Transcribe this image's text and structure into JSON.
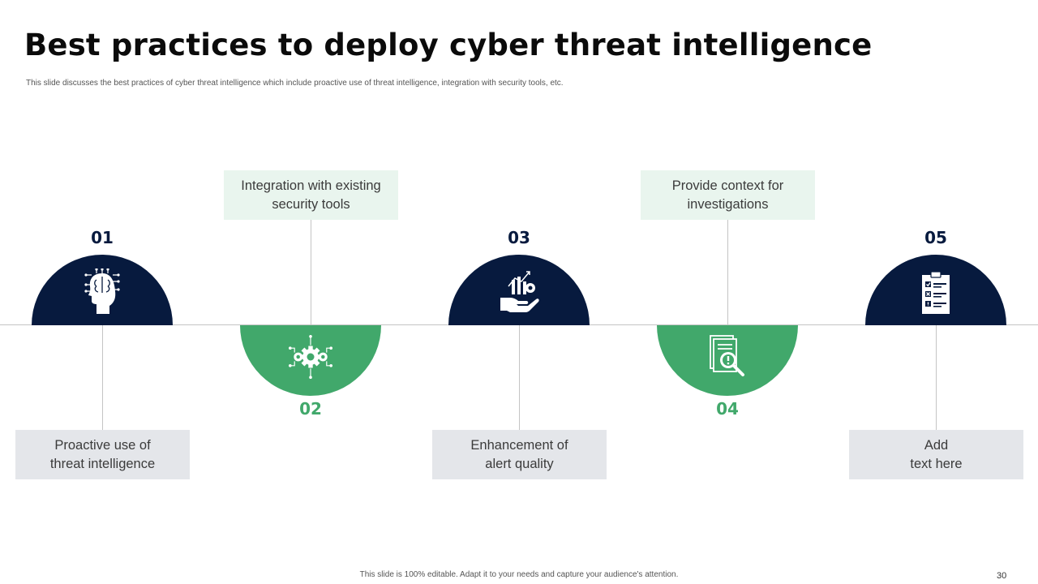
{
  "slide": {
    "title": "Best practices to deploy cyber threat intelligence",
    "subtitle": "This slide discusses the best practices of cyber threat intelligence which include proactive use of threat intelligence, integration with security tools, etc.",
    "footer": "This slide is 100% editable. Adapt it to your needs and capture your audience's attention.",
    "page_number": "30"
  },
  "colors": {
    "dark": "#071a3e",
    "green": "#41a86b",
    "box_top": "#e9f5ee",
    "box_bottom": "#e4e6ea"
  },
  "steps": [
    {
      "number": "01",
      "label": "Proactive use of\nthreat intelligence",
      "icon": "brain-head-icon"
    },
    {
      "number": "02",
      "label": "Integration with existing\nsecurity tools",
      "icon": "gears-network-icon"
    },
    {
      "number": "03",
      "label": "Enhancement of\nalert quality",
      "icon": "hand-chart-icon"
    },
    {
      "number": "04",
      "label": "Provide context for\ninvestigations",
      "icon": "document-magnifier-icon"
    },
    {
      "number": "05",
      "label": "Add\ntext here",
      "icon": "checklist-clipboard-icon"
    }
  ]
}
